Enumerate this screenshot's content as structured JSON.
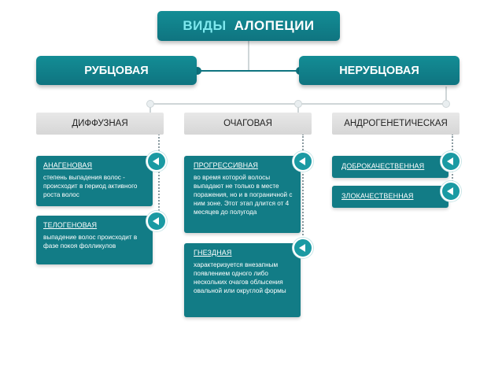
{
  "title": {
    "part1": "ВИДЫ",
    "part2": "АЛОПЕЦИИ"
  },
  "level1": {
    "left": "РУБЦОВАЯ",
    "right": "НЕРУБЦОВАЯ"
  },
  "level2": {
    "diffuse": "ДИФФУЗНАЯ",
    "focal": "ОЧАГОВАЯ",
    "androgenetic": "АНДРОГЕНЕТИЧЕСКАЯ"
  },
  "cards": {
    "anagen": {
      "title": "АНАГЕНОВАЯ",
      "text": "степень выпадения волос - происходит в период активного роста волос"
    },
    "telogen": {
      "title": "ТЕЛОГЕНОВАЯ",
      "text": "выпадение волос происходит в фазе покоя фолликулов"
    },
    "progressive": {
      "title": "ПРОГРЕССИВНАЯ",
      "text": "во время которой волосы выпадают не только в месте поражения, но и в пограничной с ним зоне. Этот этап длится от 4 месяцев до полугода"
    },
    "nested": {
      "title": "ГНЕЗДНАЯ",
      "text": "характеризуется внезапным появлением одного либо нескольких очагов облысения овальной или округлой формы"
    },
    "benign": {
      "title": "ДОБРОКАЧЕСТВЕННАЯ"
    },
    "malignant": {
      "title": "ЗЛОКАЧЕСТВЕННАЯ"
    }
  },
  "colors": {
    "teal": "#127c86",
    "accent_text": "#7de8ee",
    "grey_box": "#dcdcdc"
  }
}
